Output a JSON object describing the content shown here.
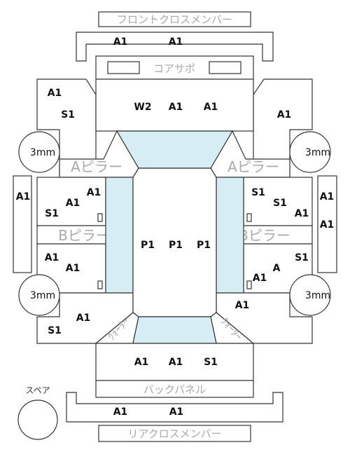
{
  "colors": {
    "glass": "#d6edf3",
    "line": "#333333",
    "label": "#a9a9a9",
    "code": "#111111"
  },
  "labels": {
    "front_cross_member": "フロントクロスメンバー",
    "core_support": "コアサポ",
    "a_pillar_left": "Aピラー",
    "a_pillar_right": "Aピラー",
    "b_pillar_left": "Bピラー",
    "b_pillar_right": "Bピラー",
    "back_panel": "バックパネル",
    "rear_cross_member": "リアクロスメンバー",
    "spare": "スペア",
    "tire_fl": "3mm",
    "tire_fr": "3mm",
    "tire_rl": "3mm",
    "tire_rr": "3mm",
    "quarter_left": "ｸｫｰﾀｰ",
    "quarter_right": "ｸｫｰﾀｰ"
  },
  "grades": {
    "front_cross_1": "A1",
    "front_cross_2": "A1",
    "fender_left_1": "A1",
    "fender_left_2": "S1",
    "hood_1": "W2",
    "hood_2": "A1",
    "hood_3": "A1",
    "fender_right": "A1",
    "step_left": "A1",
    "front_door_left_1": "A1",
    "front_door_left_2": "A1",
    "front_door_left_3": "S1",
    "front_door_right_1": "S1",
    "front_door_right_2": "S1",
    "front_door_right_3": "A1",
    "step_right_1": "A1",
    "step_right_2": "A1",
    "roof_1": "P1",
    "roof_2": "P1",
    "roof_3": "P1",
    "rear_door_left_1": "A1",
    "rear_door_left_2": "A1",
    "rear_door_right_1": "S1",
    "rear_door_right_2": "A",
    "rear_door_right_3": "A1",
    "quarter_left_1": "A1",
    "quarter_left_2": "S1",
    "quarter_right": "A1",
    "trunk_1": "A1",
    "trunk_2": "A1",
    "trunk_3": "S1",
    "rear_cross_1": "A1",
    "rear_cross_2": "A1"
  }
}
